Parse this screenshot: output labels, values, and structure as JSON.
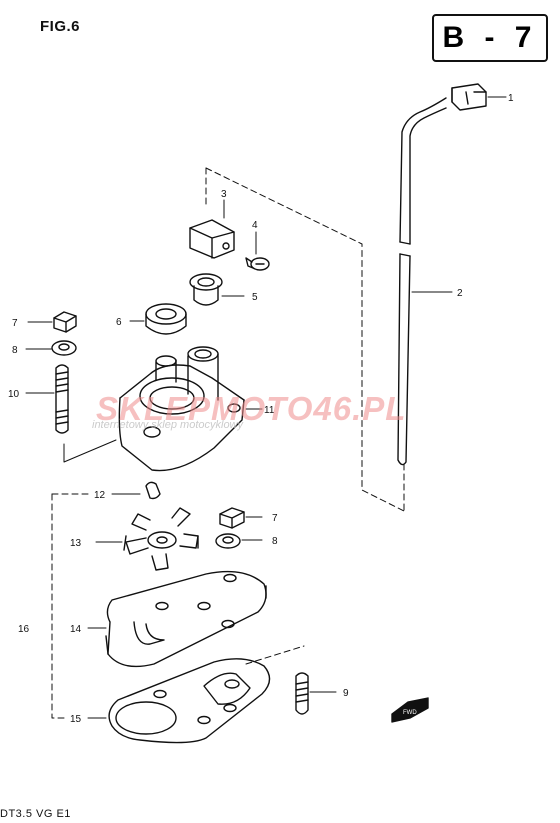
{
  "header": {
    "figure_label": "FIG.6",
    "section_code": "B - 7"
  },
  "footer": {
    "model_code": "DT3.5 VG E1"
  },
  "watermark": {
    "brand": "SKLEPMOTO46.PL",
    "tagline": "internetowy sklep motocyklowy"
  },
  "callouts": {
    "part_1": "1",
    "part_2": "2",
    "part_3": "3",
    "part_4": "4",
    "part_5": "5",
    "part_6": "6",
    "part_7_top": "7",
    "part_8_top": "8",
    "part_10": "10",
    "part_11": "11",
    "part_12": "12",
    "part_7_lower": "7",
    "part_13": "13",
    "part_8_lower": "8",
    "part_16": "16",
    "part_14": "14",
    "part_9": "9",
    "part_15": "15"
  },
  "fwd_badge": "FWD",
  "colors": {
    "line": "#111111",
    "watermark_red": "#ee8c8c"
  }
}
